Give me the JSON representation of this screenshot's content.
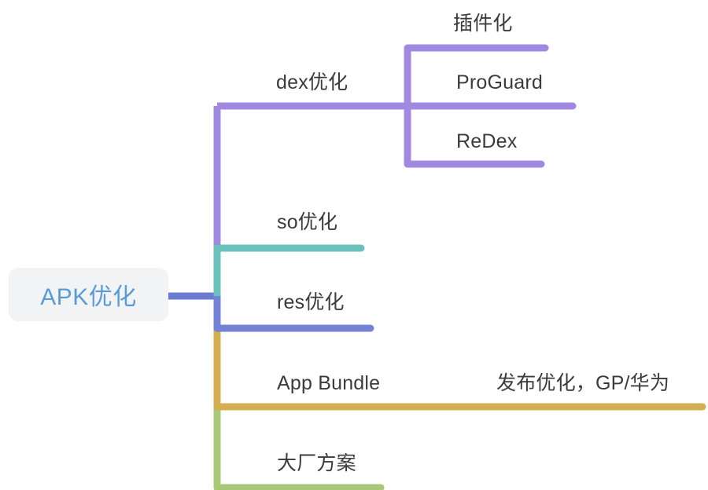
{
  "diagram": {
    "type": "mind-map",
    "background_color": "#ffffff",
    "text_color": "#3b3b3b",
    "root": {
      "label": "APK优化",
      "text_color": "#5b9bd5",
      "box_color": "#f2f3f4"
    },
    "branches": [
      {
        "id": "dex",
        "label": "dex优化",
        "color": "#a188e0",
        "children": [
          {
            "id": "pluginization",
            "label": "插件化",
            "color": "#a188e0"
          },
          {
            "id": "proguard",
            "label": "ProGuard",
            "color": "#a188e0"
          },
          {
            "id": "redex",
            "label": "ReDex",
            "color": "#a188e0"
          }
        ]
      },
      {
        "id": "so",
        "label": "so优化",
        "color": "#6bc2bd",
        "children": []
      },
      {
        "id": "res",
        "label": "res优化",
        "color": "#7382d6",
        "children": []
      },
      {
        "id": "appbundle",
        "label": "App Bundle",
        "color": "#d4af52",
        "children": [
          {
            "id": "release-opt",
            "label": "发布优化，GP/华为",
            "color": "#d4af52"
          }
        ]
      },
      {
        "id": "vendor",
        "label": "大厂方案",
        "color": "#a8c878",
        "children": []
      }
    ],
    "connector_color": "#6b7bd0"
  }
}
